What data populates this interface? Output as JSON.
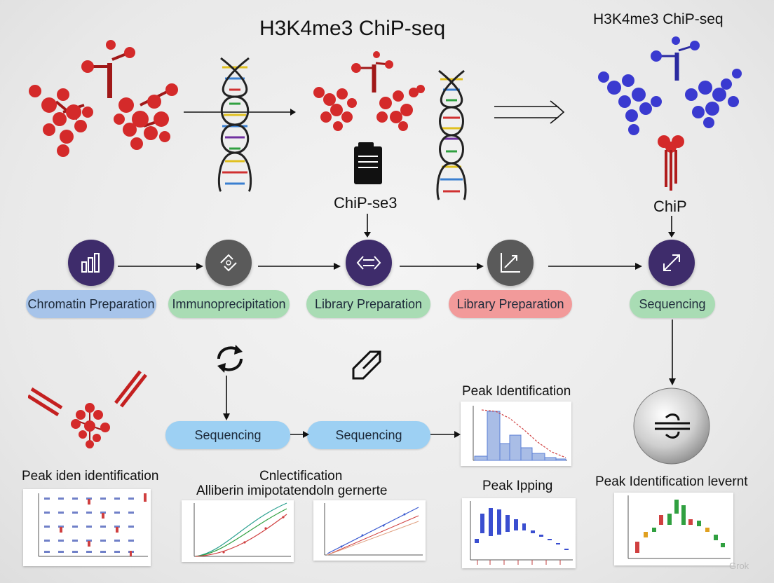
{
  "header": {
    "title": "H3K4me3 ChiP-seq",
    "title_right": "H3K4me3 ChiP-seq"
  },
  "labels": {
    "chip_se3": "ChiP-se3",
    "chip": "ChiP"
  },
  "workflow": {
    "steps": [
      {
        "label": "Chromatin Preparation",
        "icon": "bar-chart-icon"
      },
      {
        "label": "Immunoprecipitation",
        "icon": "cycle-arrows-icon"
      },
      {
        "label": "Library Preparation",
        "icon": "double-arrow-icon"
      },
      {
        "label": "Library Preparation",
        "icon": "line-graph-icon"
      },
      {
        "label": "Sequencing",
        "icon": "diagonal-arrow-icon"
      }
    ]
  },
  "lower_flow": {
    "steps": [
      "Sequencing",
      "Sequencing"
    ]
  },
  "captions": {
    "peak_identification": "Peak Identification",
    "peak_iden": "Peak iden identification",
    "cnlectification": "Cnlectification",
    "alliberin": "Alliberin imipotatendoln gernerte",
    "peak_ipping": "Peak Ipping",
    "peak_identification_levernt": "Peak Identification levernt"
  },
  "watermark": "Grok",
  "colors": {
    "molecule_red": "#d42a2a",
    "molecule_blue": "#3a3ad0",
    "purple": "#3e2c6b",
    "gray": "#5a5a5a",
    "chart_blue": "#5b7fd6"
  }
}
